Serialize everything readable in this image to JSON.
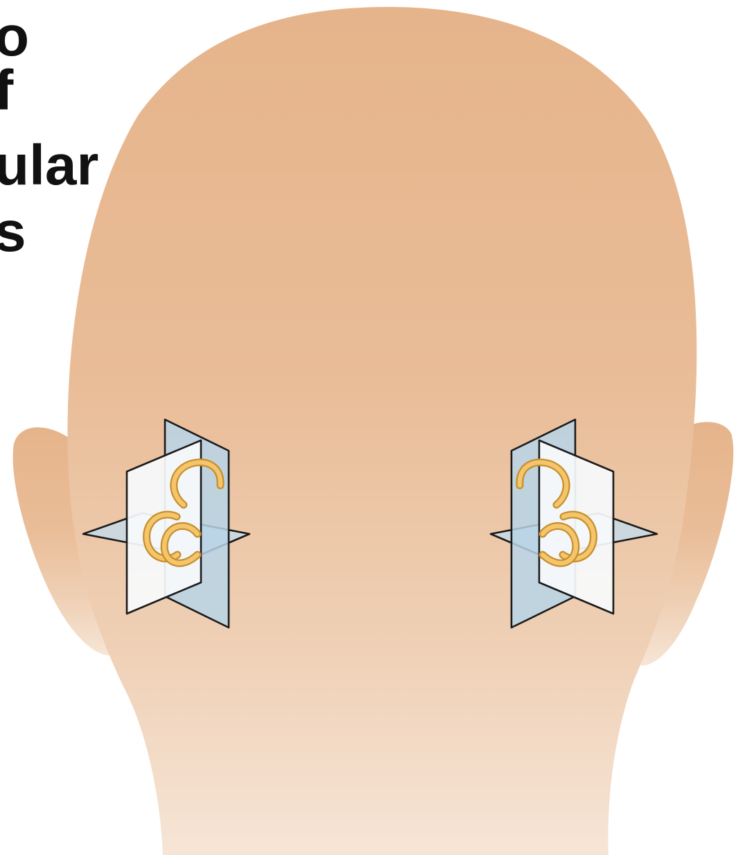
{
  "title_fragments": [
    "o",
    "f",
    "ular",
    "s"
  ],
  "colors": {
    "skin_top": "#e6b48b",
    "skin_bottom": "#f5e2d2",
    "canal_outline": "#c58f2e",
    "canal_fill": "#f4c56a",
    "plane_blue": "#b7d5e7",
    "text": "#111111"
  }
}
